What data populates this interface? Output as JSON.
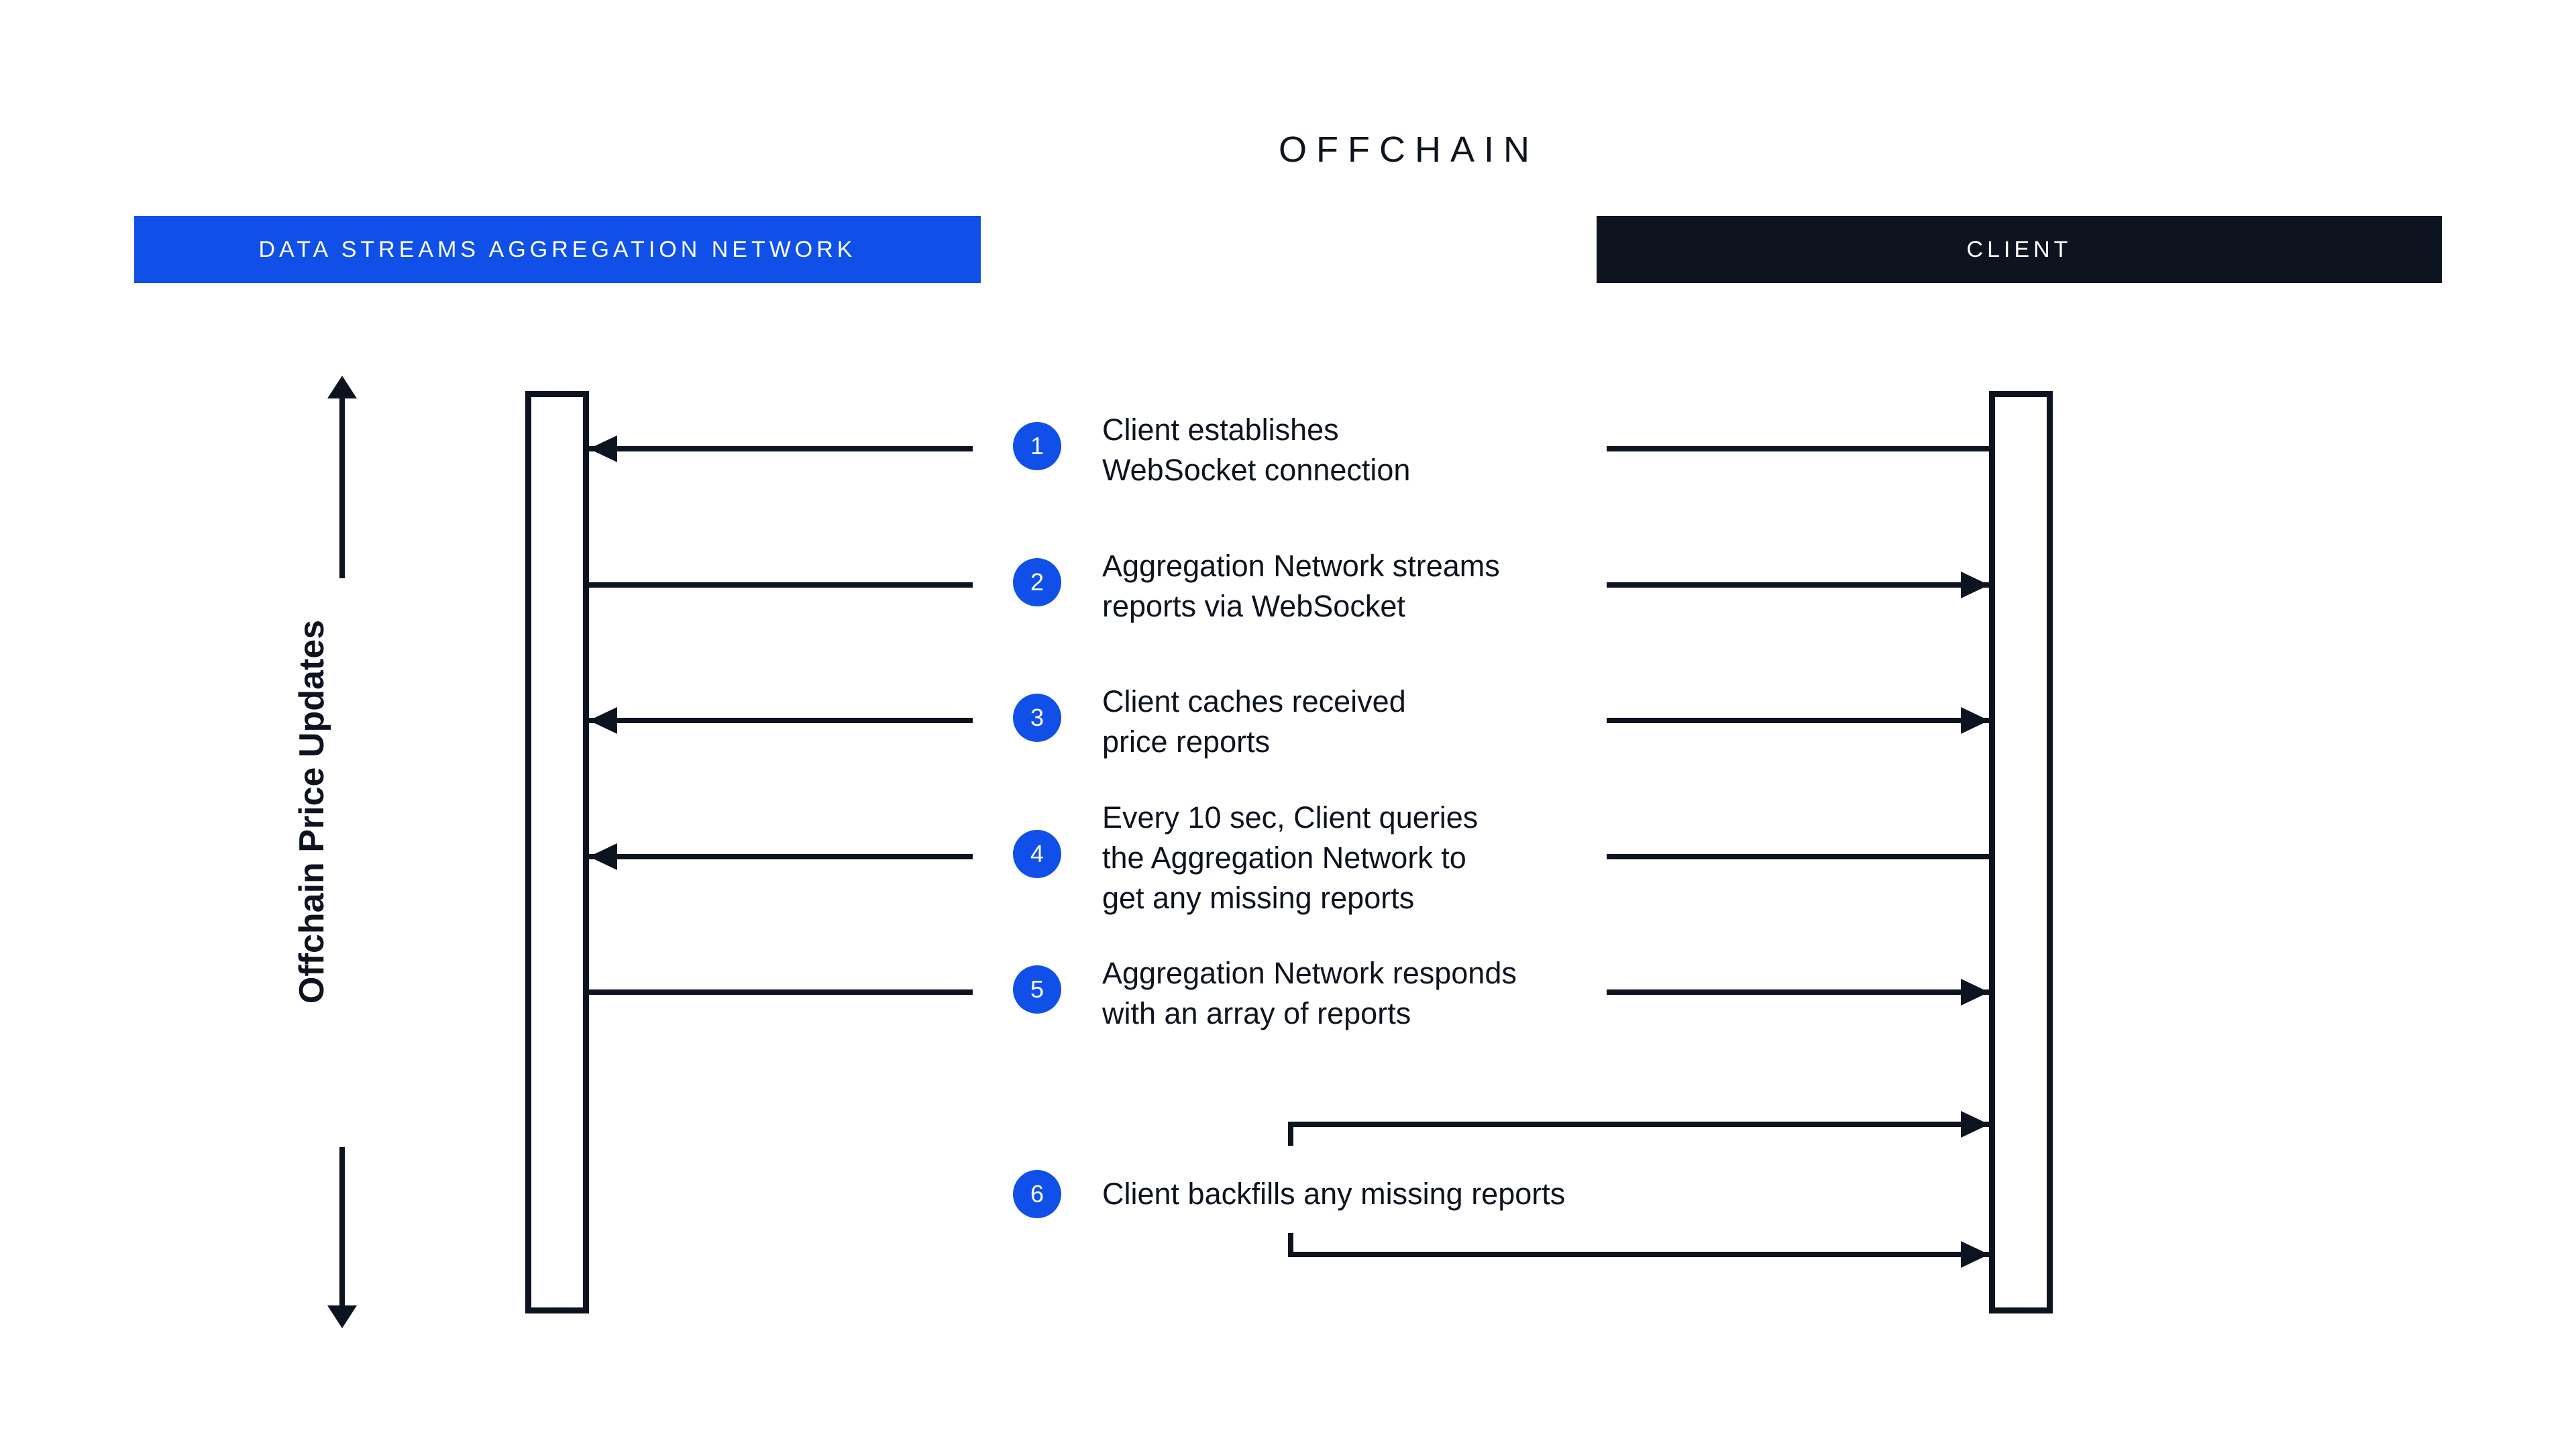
{
  "diagram": {
    "title": "OFFCHAIN",
    "axis_label": "Offchain Price Updates",
    "colors": {
      "accent_blue": "#1050e8",
      "header_blue": "#1050e8",
      "header_dark": "#0e1320",
      "ink": "#0e1320",
      "background": "#ffffff"
    },
    "lanes": [
      {
        "id": "aggregation-network",
        "label": "DATA STREAMS AGGREGATION NETWORK",
        "style": "blue"
      },
      {
        "id": "client",
        "label": "CLIENT",
        "style": "dark"
      }
    ],
    "steps": [
      {
        "number": "1",
        "text": "Client establishes\nWebSocket connection",
        "left_arrow": "arrow-left",
        "right_arrow": "line"
      },
      {
        "number": "2",
        "text": "Aggregation Network streams\nreports via WebSocket",
        "left_arrow": "line",
        "right_arrow": "arrow-right"
      },
      {
        "number": "3",
        "text": "Client caches received\nprice reports",
        "left_arrow": "arrow-left",
        "right_arrow": "arrow-right"
      },
      {
        "number": "4",
        "text": "Every 10 sec, Client queries\nthe Aggregation Network to\nget any missing reports",
        "left_arrow": "arrow-left",
        "right_arrow": "line"
      },
      {
        "number": "5",
        "text": "Aggregation Network responds\nwith an array of reports",
        "left_arrow": "line",
        "right_arrow": "arrow-right"
      },
      {
        "number": "6",
        "text": "Client backfills any missing reports",
        "left_arrow": "none",
        "right_arrow": "self-loop"
      }
    ]
  }
}
